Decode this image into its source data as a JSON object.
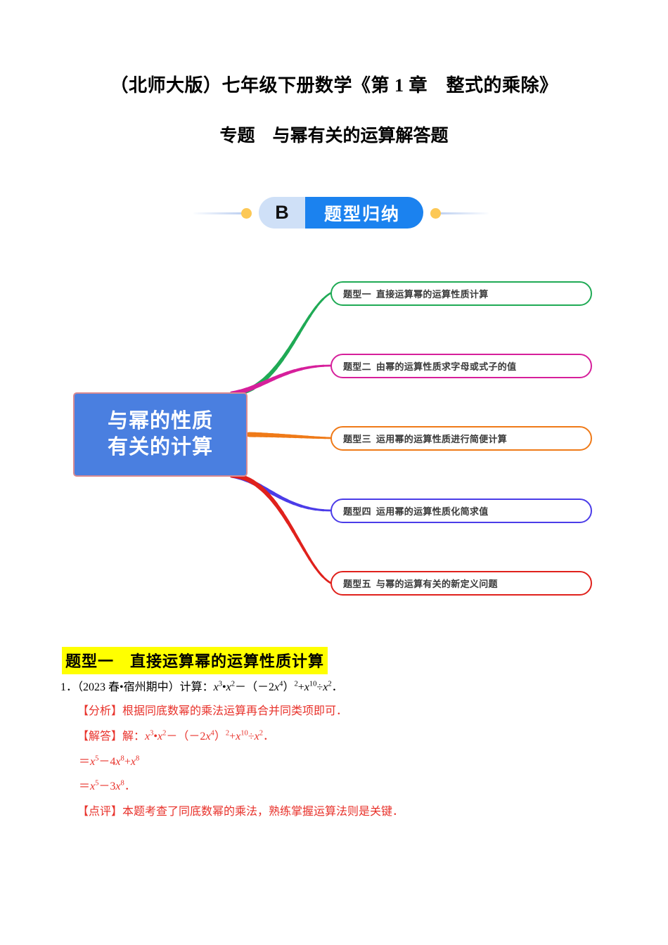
{
  "title": {
    "line1": "（北师大版）七年级下册数学《第 1 章　整式的乘除》",
    "line2": "专题　与幂有关的运算解答题"
  },
  "banner": {
    "badge": "B",
    "label": "题型归纳",
    "badge_bg": "#cfe0f7",
    "label_bg": "#1b82ef",
    "dot_color": "#fcc856"
  },
  "mindmap": {
    "center": {
      "line1": "与幂的性质",
      "line2": "有关的计算",
      "bg": "#4a7fe0",
      "border": "#d98a90"
    },
    "nodes": [
      {
        "label": "题型一",
        "text": "直接运算幂的运算性质计算",
        "color": "#1faa55"
      },
      {
        "label": "题型二",
        "text": "由幂的运算性质求字母或式子的值",
        "color": "#d61f9b"
      },
      {
        "label": "题型三",
        "text": "运用幂的运算性质进行简便计算",
        "color": "#ef7a18"
      },
      {
        "label": "题型四",
        "text": "运用幂的运算性质化简求值",
        "color": "#4b3ce8"
      },
      {
        "label": "题型五",
        "text": "与幂的运算有关的新定义问题",
        "color": "#e0211c"
      }
    ]
  },
  "section": {
    "heading": "题型一　直接运算幂的运算性质计算",
    "highlight_color": "#ffff00"
  },
  "problem": {
    "number": "1．",
    "source": "（2023 春•宿州期中）",
    "prompt": "计算：",
    "expression_html": "<i class=\"it\">x</i><sup>3</sup>•<i class=\"it\">x</i><sup>2</sup>－（－2<i class=\"it\">x</i><sup>4</sup>）<sup>2</sup>+<i class=\"it\">x</i><sup>10</sup>÷<i class=\"it\">x</i><sup>2</sup>．",
    "text_color": "#e8312a",
    "analysis_label": "【分析】",
    "analysis_text": "根据同底数幂的乘法运算再合并同类项即可．",
    "answer_label": "【解答】",
    "answer_prefix": "解：",
    "answer_expr_html": "<i class=\"it\">x</i><sup>3</sup>•<i class=\"it\">x</i><sup>2</sup>－（－2<i class=\"it\">x</i><sup>4</sup>）<sup>2</sup>+<i class=\"it\">x</i><sup>10</sup>÷<i class=\"it\">x</i><sup>2</sup>．",
    "step1_html": "＝<i class=\"it\">x</i><sup>5</sup>－4<i class=\"it\">x</i><sup>8</sup>+<i class=\"it\">x</i><sup>8</sup>",
    "step2_html": "＝<i class=\"it\">x</i><sup>5</sup>－3<i class=\"it\">x</i><sup>8</sup>．",
    "comment_label": "【点评】",
    "comment_text": "本题考查了同底数幂的乘法，熟练掌握运算法则是关键．"
  }
}
